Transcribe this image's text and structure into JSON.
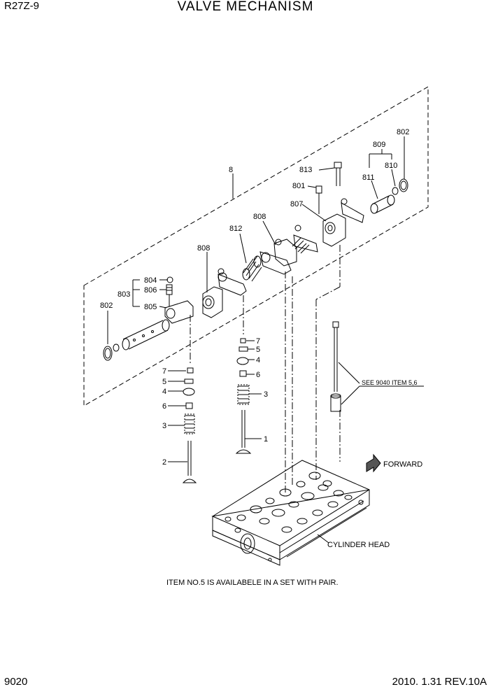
{
  "header": {
    "model": "R27Z-9",
    "title": "VALVE MECHANISM"
  },
  "footer": {
    "page_number": "9020",
    "revision": "2010. 1.31  REV.10A"
  },
  "callouts": {
    "n1": "1",
    "n2": "2",
    "n3a": "3",
    "n3b": "3",
    "n4a": "4",
    "n4b": "4",
    "n5a": "5",
    "n5b": "5",
    "n6a": "6",
    "n6b": "6",
    "n7a": "7",
    "n7b": "7",
    "n8": "8",
    "n801": "801",
    "n802a": "802",
    "n802b": "802",
    "n803": "803",
    "n804": "804",
    "n805": "805",
    "n806": "806",
    "n807": "807",
    "n808a": "808",
    "n808b": "808",
    "n809": "809",
    "n810": "810",
    "n811": "811",
    "n812": "812",
    "n813": "813"
  },
  "labels": {
    "see_ref": "SEE 9040 ITEM 5,6",
    "forward": "FORWARD",
    "cylinder_head": "CYLINDER HEAD",
    "note": "ITEM NO.5 IS AVAILABELE IN A SET WITH PAIR."
  }
}
